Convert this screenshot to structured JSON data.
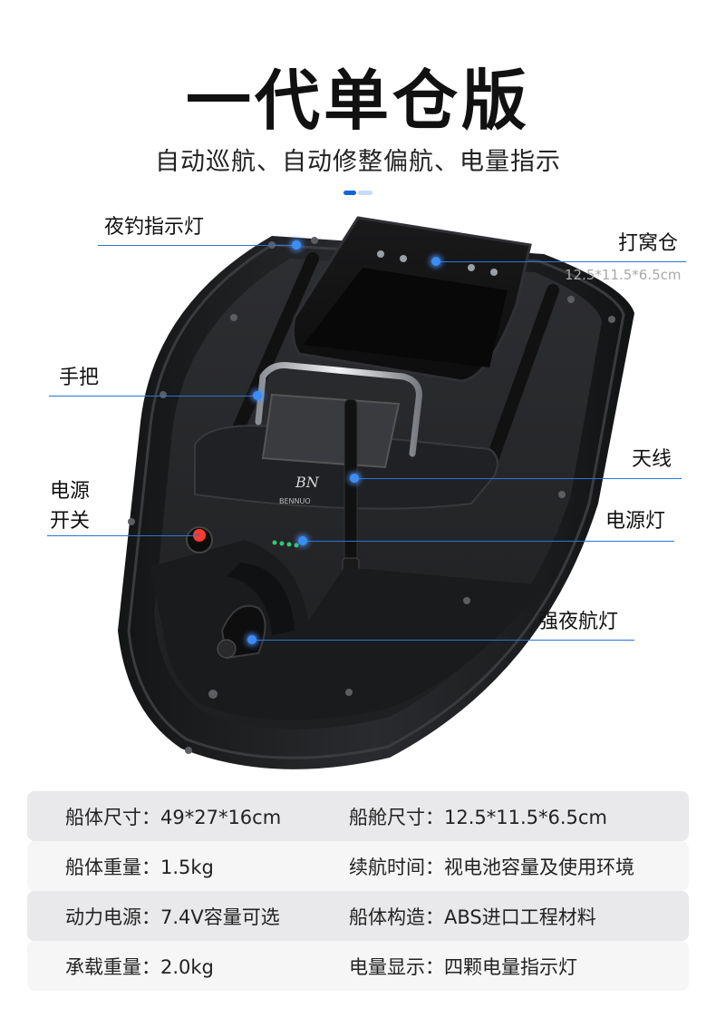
{
  "header": {
    "title": "一代单仓版",
    "subtitle": "自动巡航、自动修整偏航、电量指示"
  },
  "callouts": {
    "night_light": "夜钓指示灯",
    "bait_bin": "打窝仓",
    "bait_bin_size": "12.5*11.5*6.5cm",
    "handle": "手把",
    "antenna": "天线",
    "power_switch_line1": "电源",
    "power_switch_line2": "开关",
    "power_light": "电源灯",
    "navigation_light": "强夜航灯"
  },
  "boat_brand": "BENNUO",
  "colors": {
    "accent": "#2a74d9",
    "glow": "#3b8df7",
    "hull": "#1b1c1e",
    "spec_row_dark": "#e9e9eb",
    "spec_row_light": "#f6f6f7"
  },
  "specs": [
    {
      "left_label": "船体尺寸：",
      "left_value": "49*27*16cm",
      "right_label": "船舱尺寸：",
      "right_value": "12.5*11.5*6.5cm"
    },
    {
      "left_label": "船体重量：",
      "left_value": "1.5kg",
      "right_label": "续航时间：",
      "right_value": "视电池容量及使用环境"
    },
    {
      "left_label": "动力电源：",
      "left_value": "7.4V容量可选",
      "right_label": "船体构造：",
      "right_value": "ABS进口工程材料"
    },
    {
      "left_label": "承载重量：",
      "left_value": "2.0kg",
      "right_label": "电量显示：",
      "right_value": "四颗电量指示灯"
    }
  ]
}
